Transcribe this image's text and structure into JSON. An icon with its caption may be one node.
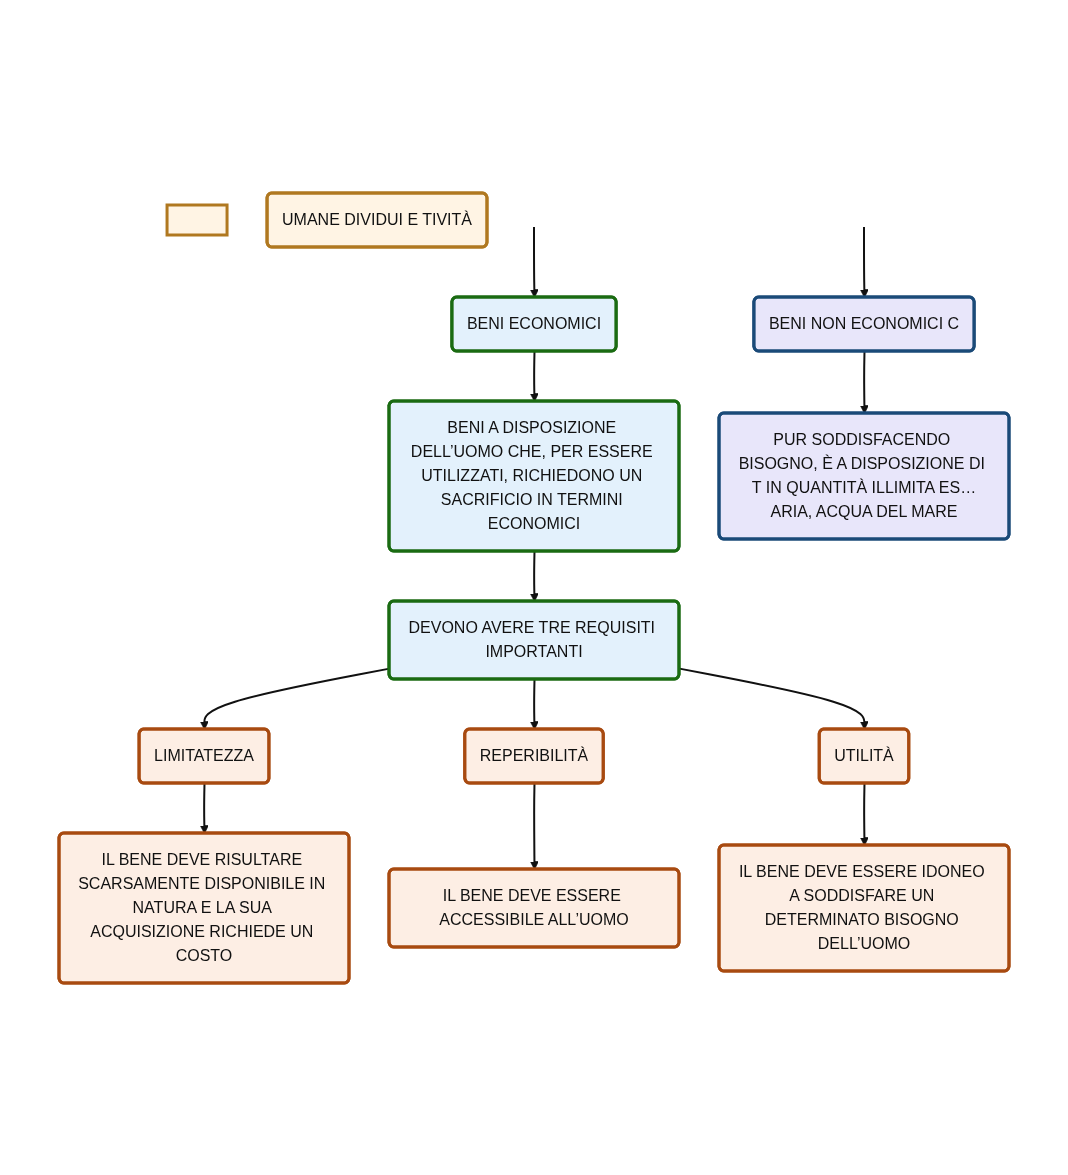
{
  "diagram": {
    "nodes": [
      {
        "text": [
          "BENI ECONOMICI"
        ]
      },
      {
        "text": [
          "BENI NON ECONOMICI C"
        ]
      },
      {
        "text": [],
        "shape": "box"
      },
      {
        "text": [
          "BENI A DISPOSIZIONE DELL’UOMO CHE, PER ESSERE UTILIZZATI, RICHIEDONO UN SACRIFICIO IN TERMINI ECONOMICI"
        ]
      },
      {
        "text": [
          "PUR SODDISFACENDO BISOGNO, È A DISPOSIZIONE DI T IN QUANTITÀ ILLIMITA ES…ARIA, ACQUA DEL MARE"
        ]
      },
      {
        "text": [
          "UMANE DIVIDUI E TIVITÀ"
        ]
      },
      {
        "text": [
          "DEVONO AVERE TRE REQUISITI IMPORTANTI"
        ]
      },
      {
        "text": [
          "LIMITATEZZA"
        ]
      },
      {
        "text": [
          "REPERIBILITÀ"
        ]
      },
      {
        "text": [
          "UTILITÀ"
        ]
      },
      {
        "text": [
          "IL BENE DEVE RISULTARE SCARSAMENTE DISPONIBILE IN NATURA E LA SUA ACQUISIZIONE RICHIEDE UN COSTO"
        ]
      },
      {
        "text": [
          "IL BENE DEVE ESSERE ACCESSIBILE ALL’UOMO"
        ]
      },
      {
        "text": [
          "IL BENE DEVE ESSERE IDONEO A SODDISFARE UN DETERMINATO BISOGNO DELL’UOMO"
        ]
      }
    ],
    "edges": [
      {
        "from": null,
        "to": 0,
        "arrow": "to"
      },
      {
        "from": null,
        "to": 1,
        "arrow": "to"
      },
      {
        "from": 0,
        "to": 3,
        "arrow": "to"
      },
      {
        "from": 1,
        "to": 4,
        "arrow": "to"
      },
      {
        "from": 3,
        "to": 6,
        "arrow": "to"
      },
      {
        "from": 6,
        "to": 7,
        "arrow": "to"
      },
      {
        "from": 6,
        "to": 8,
        "arrow": "to"
      },
      {
        "from": 6,
        "to": 9,
        "arrow": "to"
      },
      {
        "from": 7,
        "to": 10,
        "arrow": "to"
      },
      {
        "from": 8,
        "to": 11,
        "arrow": "to"
      },
      {
        "from": 9,
        "to": 12,
        "arrow": "to"
      }
    ]
  }
}
